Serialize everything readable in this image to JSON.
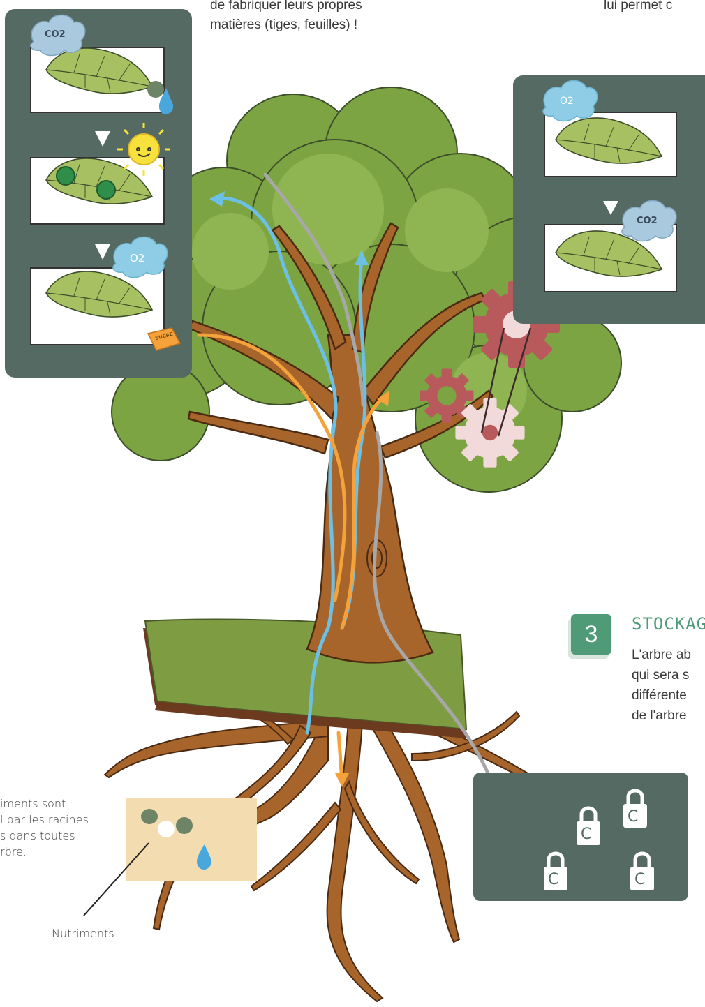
{
  "intro": {
    "top_left_line1": "de fabriquer leurs propres",
    "top_left_line2": "matières (tiges, feuilles) !",
    "top_right_line": "lui permet c"
  },
  "photosynthesis_panel": {
    "co2_label": "CO2",
    "o2_label": "O2",
    "sugar_label": "SUCRE"
  },
  "respiration_panel": {
    "o2_label": "O2",
    "co2_label": "CO2"
  },
  "storage": {
    "step_number": "3",
    "title": "STOCKAG",
    "line1": "L'arbre ab",
    "line2": "qui sera s",
    "line3": "différente",
    "line4": "de l'arbre",
    "carbon_label": "C"
  },
  "nutrients": {
    "line1": "iments sont",
    "line2": "l par les racines",
    "line3": "s dans toutes",
    "line4": "rbre.",
    "callout_label": "Nutriments"
  },
  "colors": {
    "panel": "#556a62",
    "water_arrow": "#6cc0e6",
    "sugar_arrow": "#f5a23a",
    "storage_arrow": "#a7a7a7",
    "foliage": "#7da443",
    "trunk": "#a8652b",
    "accent": "#4f9a77"
  }
}
